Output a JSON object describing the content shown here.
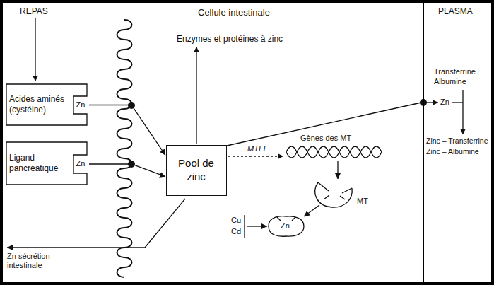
{
  "diagram": {
    "nodes": [
      {
        "text": [
          "Cellule intestinale"
        ]
      },
      {
        "text": [
          "Acides aminés (cystéine)",
          "Zn"
        ]
      },
      {
        "text": [
          "Ligand pancréatique",
          "Zn"
        ]
      },
      {
        "text": [
          "Pool de zinc"
        ],
        "in": 0
      }
    ],
    "edges": [
      {
        "from": 1,
        "to": 3,
        "arrow": "to"
      },
      {
        "from": 2,
        "to": 3,
        "arrow": "to"
      }
    ],
    "labels": [
      "REPAS",
      "PLASMA",
      "Enzymes et protéines à zinc",
      "Zn sécrétion intestinale",
      "MTFI",
      "Gènes des MT",
      "MT",
      "Zn",
      "Cu",
      "Cd",
      "Transferrine",
      "Albumine",
      "Zn",
      "Zinc – Transferrine",
      "Zinc – Albumine"
    ]
  }
}
